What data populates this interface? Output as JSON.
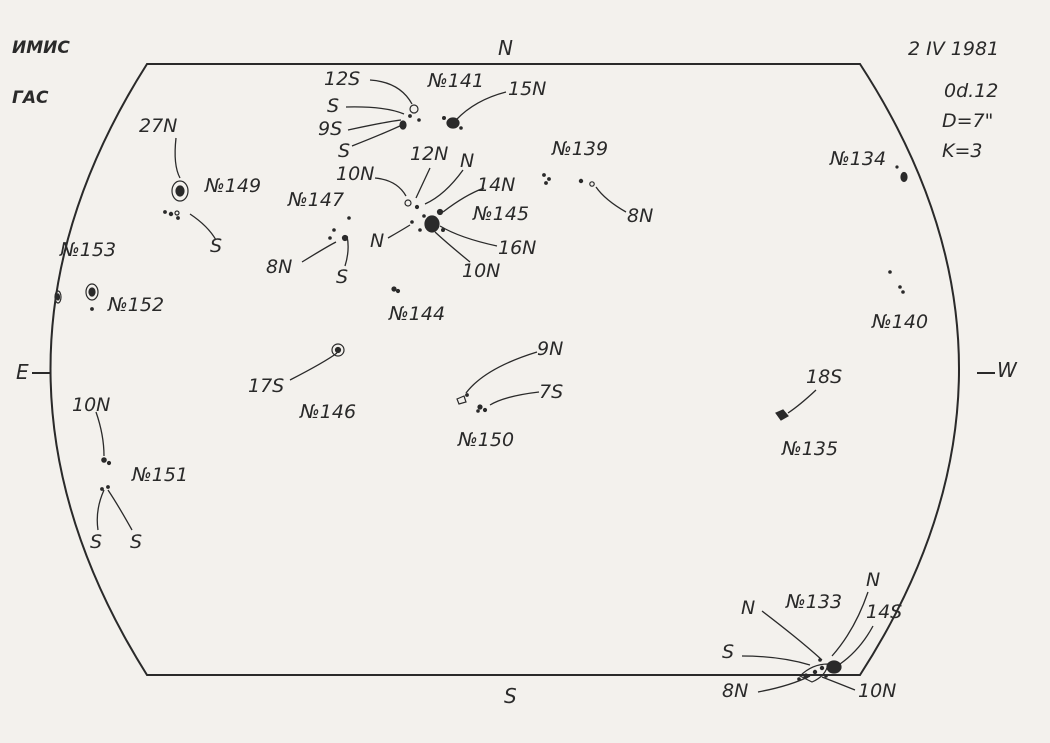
{
  "header": {
    "org_top": "ИМИС",
    "org_bottom": "ГАС",
    "date": "2 IV 1981",
    "time": "0d.12",
    "diameter": "D=7\"",
    "quality": "K=3"
  },
  "compass": {
    "north": "N",
    "south": "S",
    "east": "E",
    "west": "W"
  },
  "groups": {
    "g133": "№133",
    "g134": "№134",
    "g135": "№135",
    "g139": "№139",
    "g140": "№140",
    "g141": "№141",
    "g144": "№144",
    "g145": "№145",
    "g146": "№146",
    "g147": "№147",
    "g149": "№149",
    "g150": "№150",
    "g151": "№151",
    "g152": "№152",
    "g153": "№153"
  },
  "polarities": {
    "p141_12s": "12S",
    "p141_s1": "S",
    "p141_9s": "9S",
    "p141_s2": "S",
    "p141_15n": "15N",
    "p145_12n": "12N",
    "p145_n1": "N",
    "p145_10n": "10N",
    "p145_14n": "14N",
    "p145_n2": "N",
    "p145_16n": "16N",
    "p145_10n_b": "10N",
    "p139_8n": "8N",
    "p149_27n": "27N",
    "p149_s": "S",
    "p147_8n": "8N",
    "p147_s": "S",
    "p146_17s": "17S",
    "p150_9n": "9N",
    "p150_7s": "7S",
    "p151_10n": "10N",
    "p151_s1": "S",
    "p151_s2": "S",
    "p135_18s": "18S",
    "p133_n1": "N",
    "p133_n2": "N",
    "p133_14s": "14S",
    "p133_s": "S",
    "p133_8n": "8N",
    "p133_10n": "10N"
  },
  "colors": {
    "ink": "#2a2a2a",
    "paper": "#f3f1ed"
  }
}
